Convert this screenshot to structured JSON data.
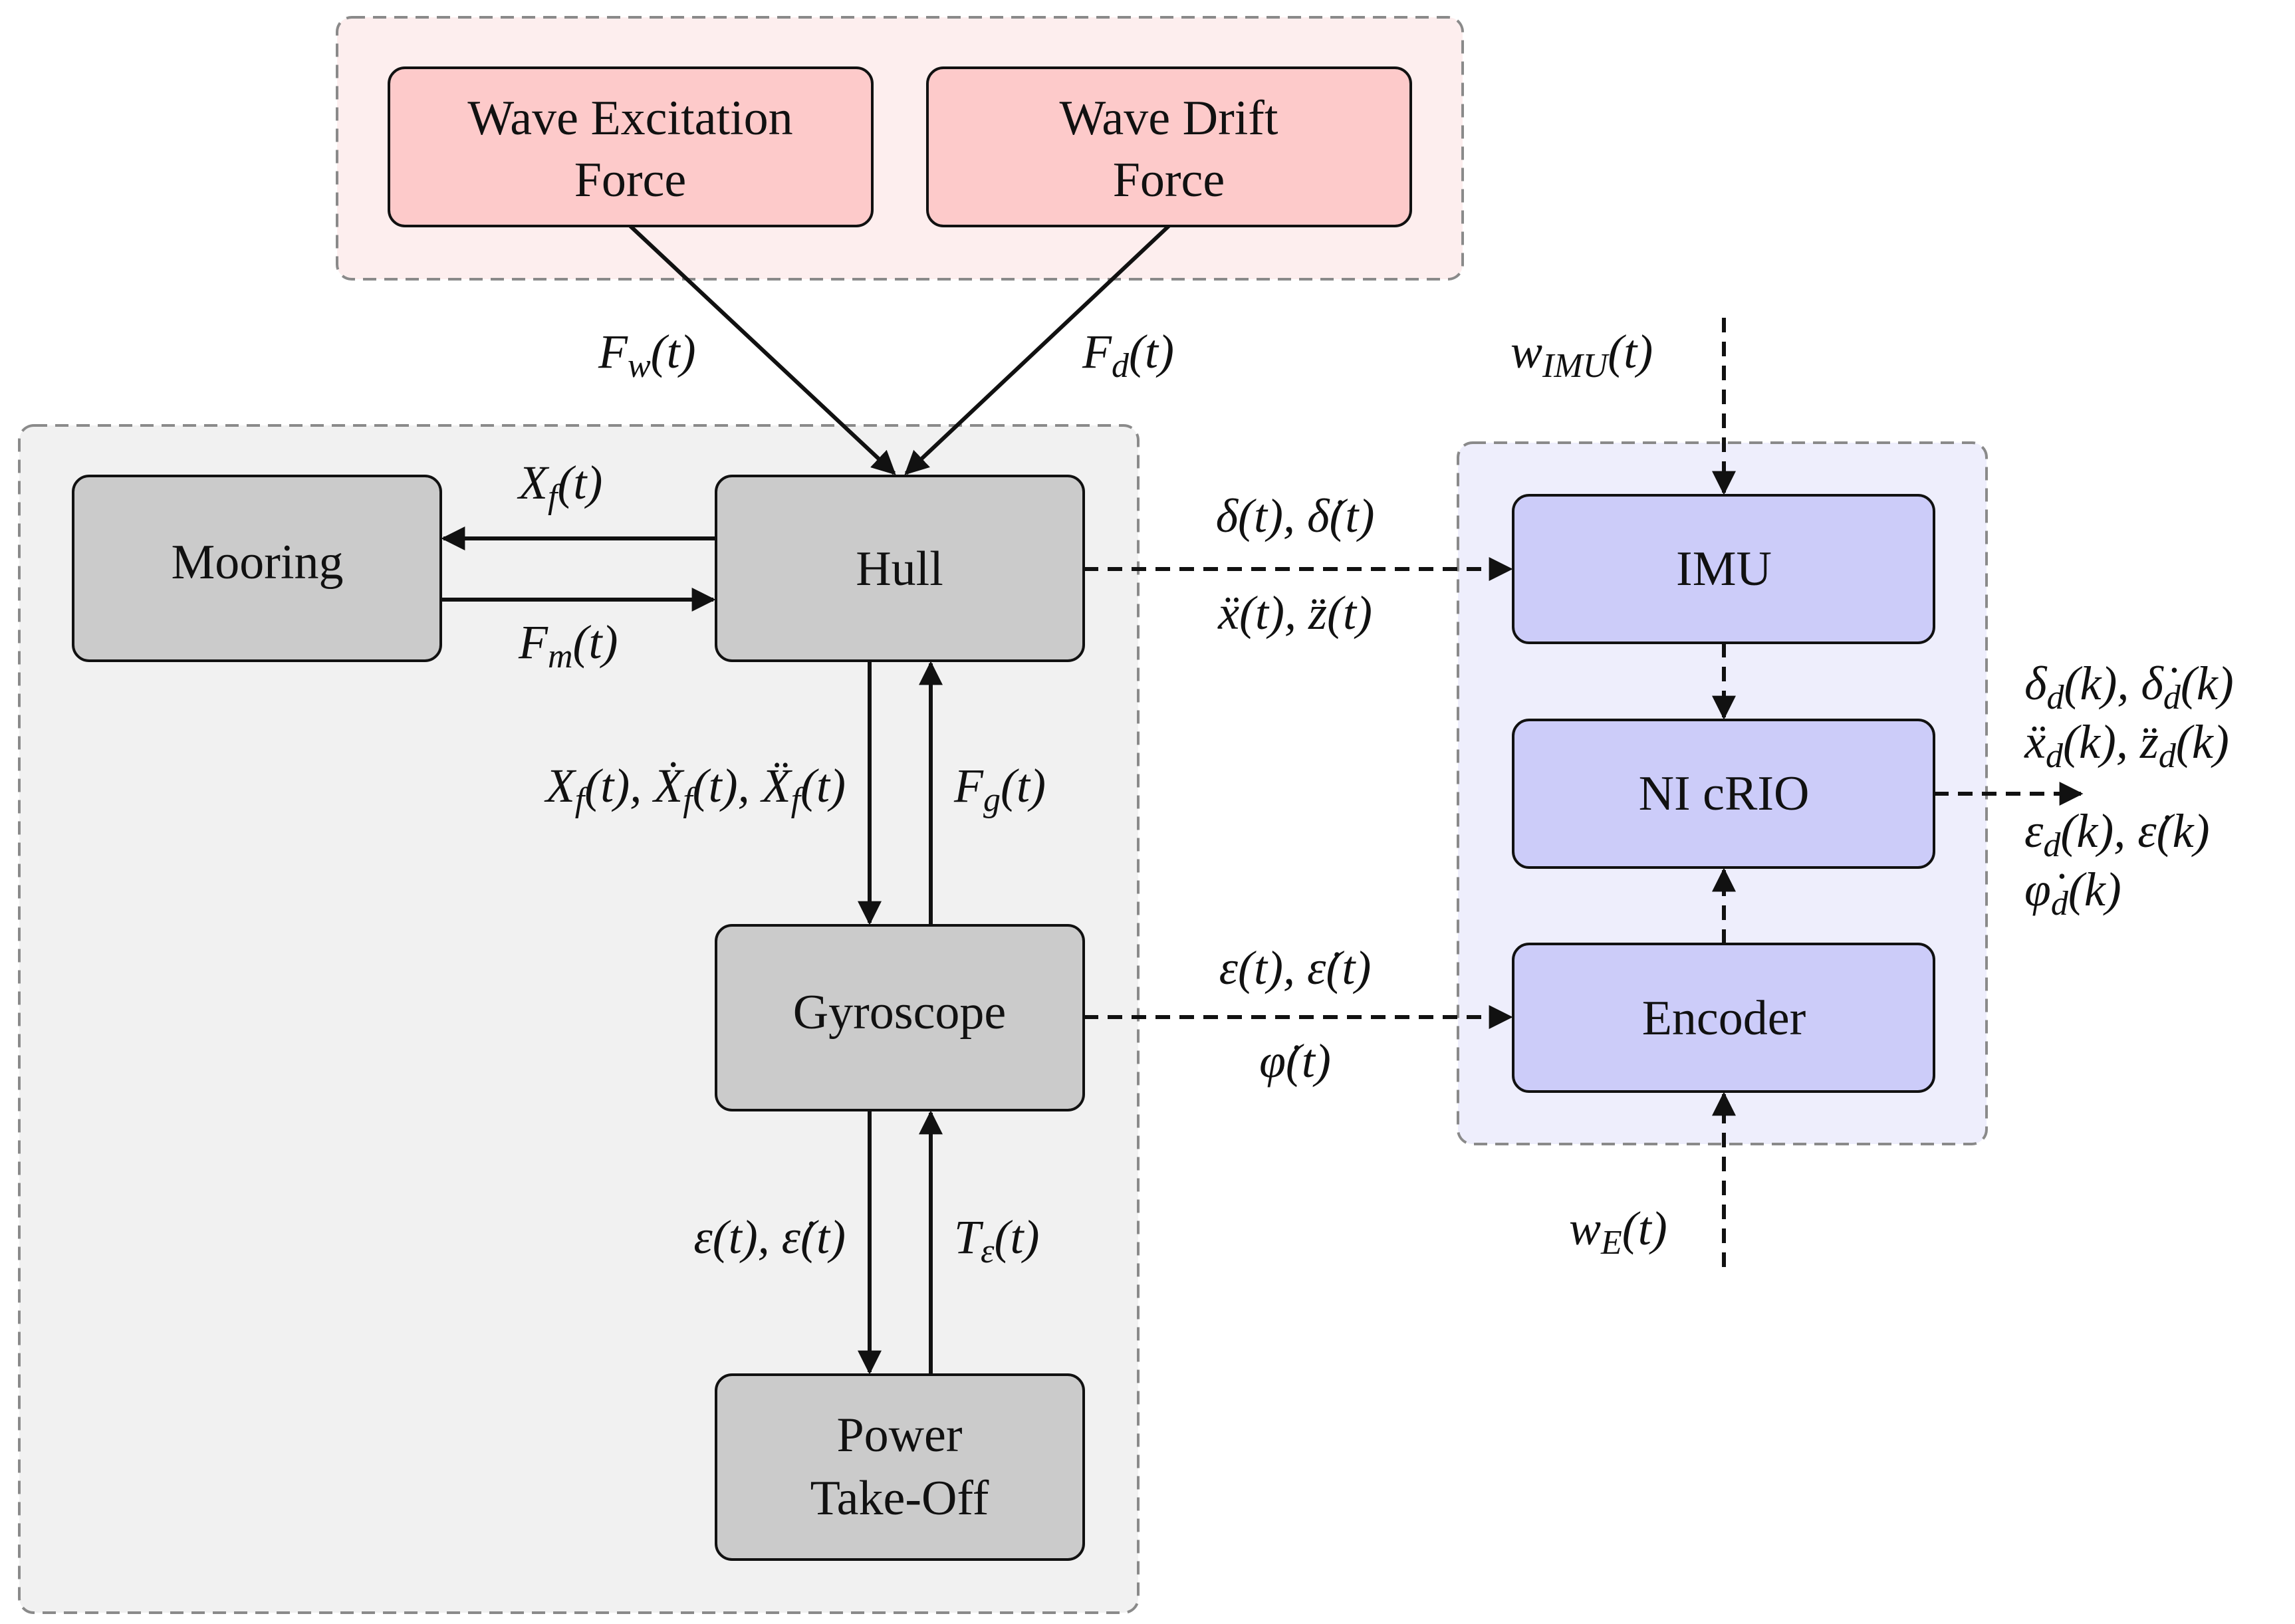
{
  "groups": {
    "environment": {
      "fill": "#fdeeee",
      "stroke": "#8a8a8a"
    },
    "wec": {
      "fill": "#f1f1f1",
      "stroke": "#8a8a8a"
    },
    "measurement": {
      "fill": "#eeeefc",
      "stroke": "#8a8a8a"
    }
  },
  "colors": {
    "wave_block": "#fdcaca",
    "wec_block": "#cbcbcb",
    "sensor_block": "#ccccf9",
    "line": "#111111"
  },
  "blocks": {
    "wave_excitation": {
      "line1": "Wave Excitation",
      "line2": "Force"
    },
    "wave_drift": {
      "line1": "Wave Drift",
      "line2": "Force"
    },
    "mooring": {
      "label": "Mooring"
    },
    "hull": {
      "label": "Hull"
    },
    "gyroscope": {
      "label": "Gyroscope"
    },
    "pto": {
      "line1": "Power",
      "line2": "Take-Off"
    },
    "imu": {
      "label": "IMU"
    },
    "crio": {
      "label": "NI cRIO"
    },
    "encoder": {
      "label": "Encoder"
    }
  },
  "signals": {
    "fw": {
      "base": "F",
      "sub": "w",
      "rest": "(t)"
    },
    "fd": {
      "base": "F",
      "sub": "d",
      "rest": "(t)"
    },
    "wimu": {
      "base": "w",
      "sub": "IMU",
      "rest": "(t)"
    },
    "xf_mooring": {
      "base": "X",
      "sub": "f",
      "rest": "(t)"
    },
    "fm": {
      "base": "F",
      "sub": "m",
      "rest": "(t)"
    },
    "hull_imu_1": "δ(t), δ̇(t)",
    "hull_imu_2": "ẍ(t), z̈(t)",
    "hull_gyro": {
      "p1": "X",
      "s1": "f",
      "r1": "(t), Ẋ",
      "s2": "f",
      "r2": "(t), Ẍ",
      "s3": "f",
      "r3": "(t)"
    },
    "fg": {
      "base": "F",
      "sub": "g",
      "rest": "(t)"
    },
    "gyro_enc_1": "ε(t), ε̇(t)",
    "gyro_enc_2": "φ̇(t)",
    "gyro_pto": "ε(t), ε̇(t)",
    "te": {
      "base": "T",
      "sub": "ε",
      "rest": "(t)"
    },
    "we": {
      "base": "w",
      "sub": "E",
      "rest": "(t)"
    },
    "out_1": {
      "p1": "δ",
      "s1": "d",
      "r1": "(k), δ̇",
      "s2": "d",
      "r2": "(k)"
    },
    "out_2": {
      "p1": "ẍ",
      "s1": "d",
      "r1": "(k), z̈",
      "s2": "d",
      "r2": "(k)"
    },
    "out_3": {
      "p1": "ε",
      "s1": "d",
      "r1": "(k), ε̇(k)"
    },
    "out_4": {
      "p1": "φ̇",
      "s1": "d",
      "r1": "(k)"
    }
  }
}
